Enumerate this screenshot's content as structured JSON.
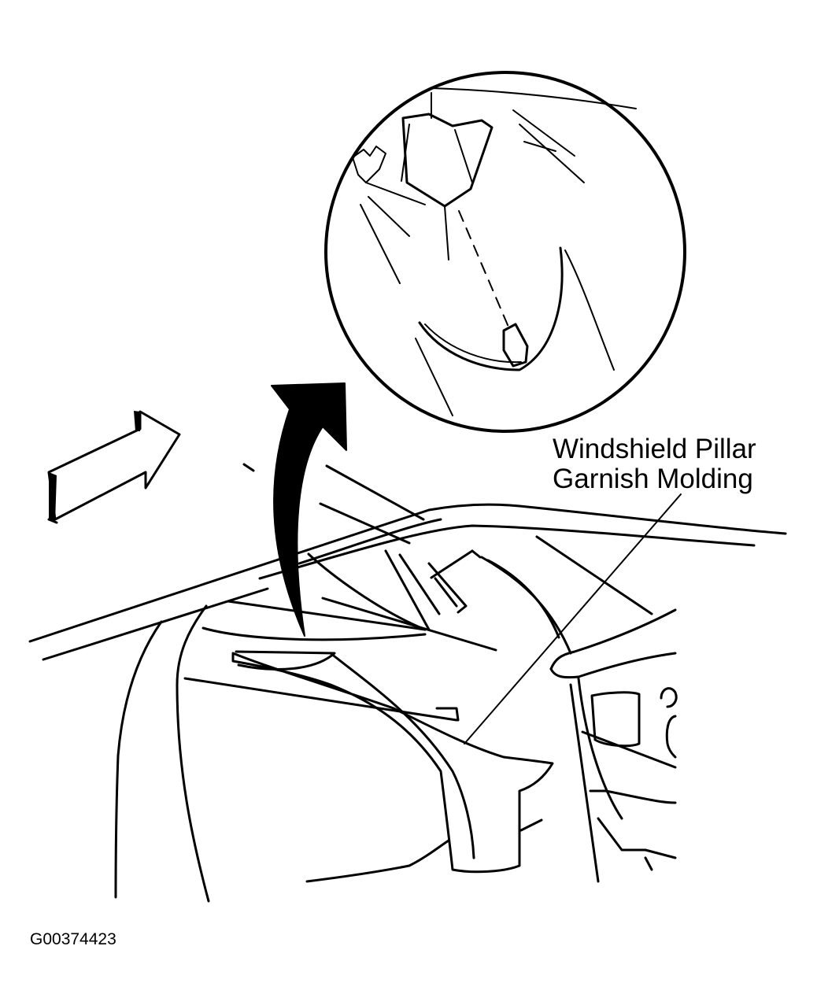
{
  "callout": {
    "line1": "Windshield Pillar",
    "line2": "Garnish Molding"
  },
  "figure_id": "G00374423",
  "icons": {
    "detail_circle": "magnified-clip-detail",
    "removal_arrow": "curved-arrow-up",
    "view_arrow": "direction-arrow-right"
  }
}
